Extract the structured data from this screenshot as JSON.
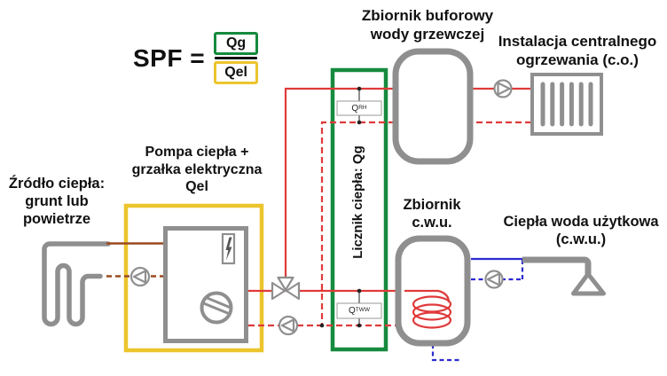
{
  "formula": {
    "lhs": "SPF =",
    "numerator": "Qg",
    "denominator": "Qel"
  },
  "labels": {
    "source": "Źródło ciepła:\ngrunt lub\npowietrze",
    "heat_pump": "Pompa ciepła +\ngrzałka elektryczna\nQel",
    "buffer_tank": "Zbiornik buforowy\nwody grzewczej",
    "central_heating": "Instalacja centralnego\nogrzewania (c.o.)",
    "heat_meter": "Licznik ciepła: Qg",
    "cwu_tank": "Zbiornik\nc.w.u.",
    "cwu_outlet": "Ciepła woda użytkowa\n(c.w.u.)"
  },
  "meters": {
    "rh": {
      "symbol": "Q",
      "sub": "RH"
    },
    "tww": {
      "symbol": "Q",
      "sub": "TWW"
    }
  },
  "colors": {
    "green": "#168a3e",
    "yellow": "#ecc52d",
    "red": "#e03a3a",
    "blue": "#2b2bd0",
    "gray": "#8f8f8f",
    "brown": "#9a4a20",
    "text": "#111111"
  }
}
